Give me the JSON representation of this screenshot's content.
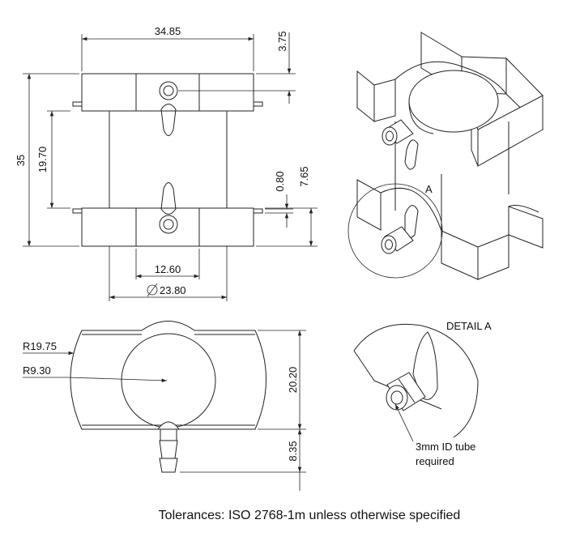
{
  "dimensions": {
    "width_top": "34.85",
    "flange_thickness": "3.75",
    "height": "35",
    "inner_height": "19.70",
    "gap_small": "0.80",
    "flange_offset": "7.65",
    "core_width": "12.60",
    "diameter": "23.80",
    "outer_radius": "R19.75",
    "inner_radius": "R9.30",
    "bottom_height": "20.20",
    "tube_length": "8.35"
  },
  "labels": {
    "view_marker": "A",
    "detail_title": "DETAIL A",
    "tube_note_line1": "3mm ID tube",
    "tube_note_line2": "required",
    "tolerances": "Tolerances: ISO 2768-1m unless otherwise specified"
  }
}
